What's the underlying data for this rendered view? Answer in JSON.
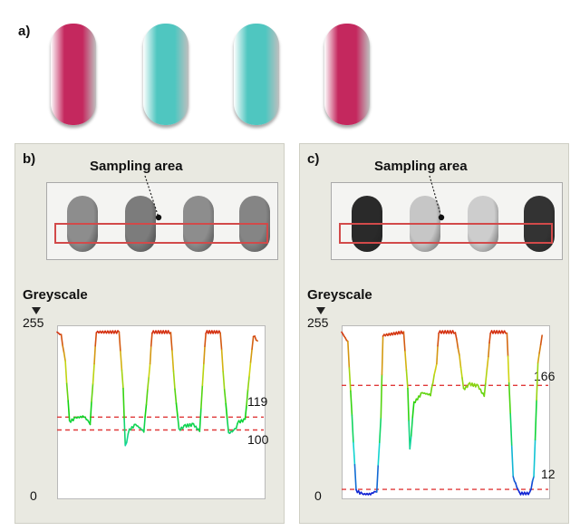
{
  "panel_labels": {
    "a": "a)",
    "b": "b)",
    "c": "c)"
  },
  "capsules_a": [
    "magenta",
    "cyan",
    "cyan",
    "magenta"
  ],
  "colors": {
    "magenta": "#c4285e",
    "cyan": "#4fc6c0",
    "reference_line": "#e03a3a",
    "panel_bg": "#e9e9e1"
  },
  "panel_b": {
    "sampling_label": "Sampling area",
    "axis_title": "Greyscale",
    "y_max_label": "255",
    "y_min_label": "0",
    "ref_high": "119",
    "ref_low": "100",
    "ref_values": [
      119,
      100
    ],
    "capsule_tones": [
      "#8d8d8d",
      "#7c7c7c",
      "#8d8d8d",
      "#858585"
    ]
  },
  "panel_c": {
    "sampling_label": "Sampling area",
    "axis_title": "Greyscale",
    "y_max_label": "255",
    "y_min_label": "0",
    "ref_high": "166",
    "ref_low": "12",
    "ref_values": [
      166,
      12
    ],
    "capsule_tones": [
      "#2a2a2a",
      "#c6c6c6",
      "#cdcdcd",
      "#333333"
    ]
  }
}
